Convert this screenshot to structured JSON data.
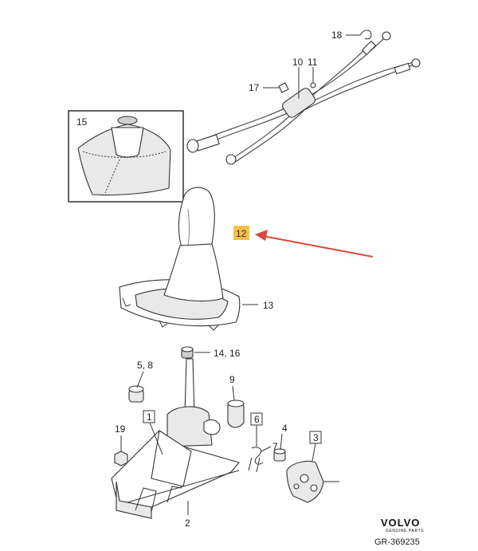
{
  "labels": {
    "p1": "1",
    "p2": "2",
    "p3": "3",
    "p4": "4",
    "p5_8": "5, 8",
    "p6": "6",
    "p7": "7",
    "p9": "9",
    "p10": "10",
    "p11": "11",
    "p12": "12",
    "p13": "13",
    "p14_16": "14, 16",
    "p15": "15",
    "p17": "17",
    "p18": "18",
    "p19": "19"
  },
  "highlight": {
    "part": "12",
    "box_color": "#f5c04a",
    "arrow_color": "#d9483b"
  },
  "footer": {
    "brand": "VOLVO",
    "brand_sub": "GENUINE PARTS",
    "ref": "GR-369235"
  }
}
